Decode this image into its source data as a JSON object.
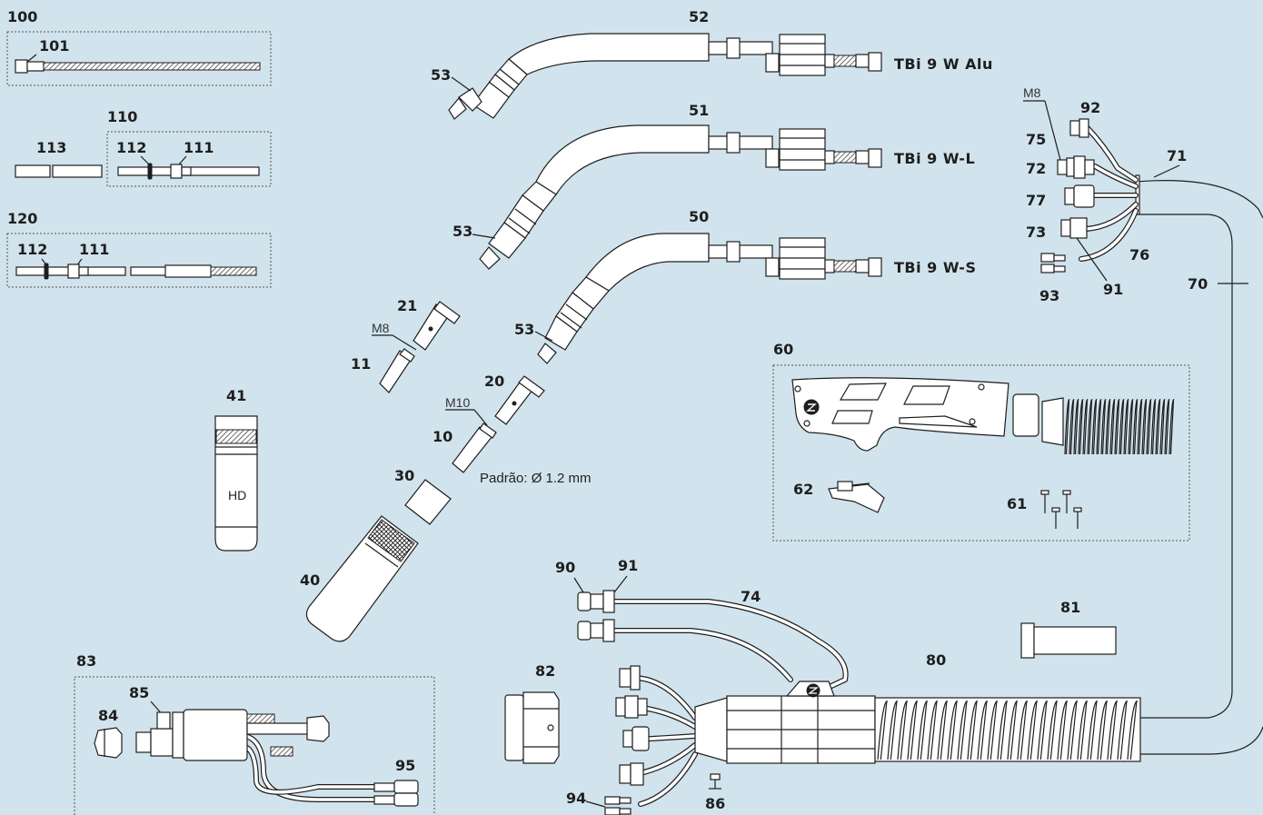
{
  "labels": {
    "p100": "100",
    "p101": "101",
    "p110": "110",
    "p113": "113",
    "p112a": "112",
    "p111a": "111",
    "p120": "120",
    "p112b": "112",
    "p111b": "111",
    "p52": "52",
    "p51": "51",
    "p50": "50",
    "p53a": "53",
    "p53b": "53",
    "p53c": "53",
    "p21": "21",
    "p11": "11",
    "p20": "20",
    "p10": "10",
    "p30": "30",
    "p40": "40",
    "p41": "41",
    "p60": "60",
    "p62": "62",
    "p61": "61",
    "p70": "70",
    "p71": "71",
    "p72": "72",
    "p73": "73",
    "p75": "75",
    "p76": "76",
    "p77": "77",
    "p91a": "91",
    "p92": "92",
    "p93": "93",
    "p74": "74",
    "p80": "80",
    "p81": "81",
    "p82": "82",
    "p83": "83",
    "p84": "84",
    "p85": "85",
    "p86": "86",
    "p90": "90",
    "p91b": "91",
    "p94": "94",
    "p95": "95"
  },
  "models": {
    "alu": "TBi 9 W Alu",
    "l": "TBi 9 W-L",
    "s": "TBi 9 W-S"
  },
  "threads": {
    "m8a": "M8",
    "m10": "M10",
    "m8b": "M8"
  },
  "note": "Padrão: Ø 1.2 mm",
  "nozzle_text": "HD",
  "colors": {
    "background": "#d1e3ec",
    "line": "#1e1e1e"
  }
}
